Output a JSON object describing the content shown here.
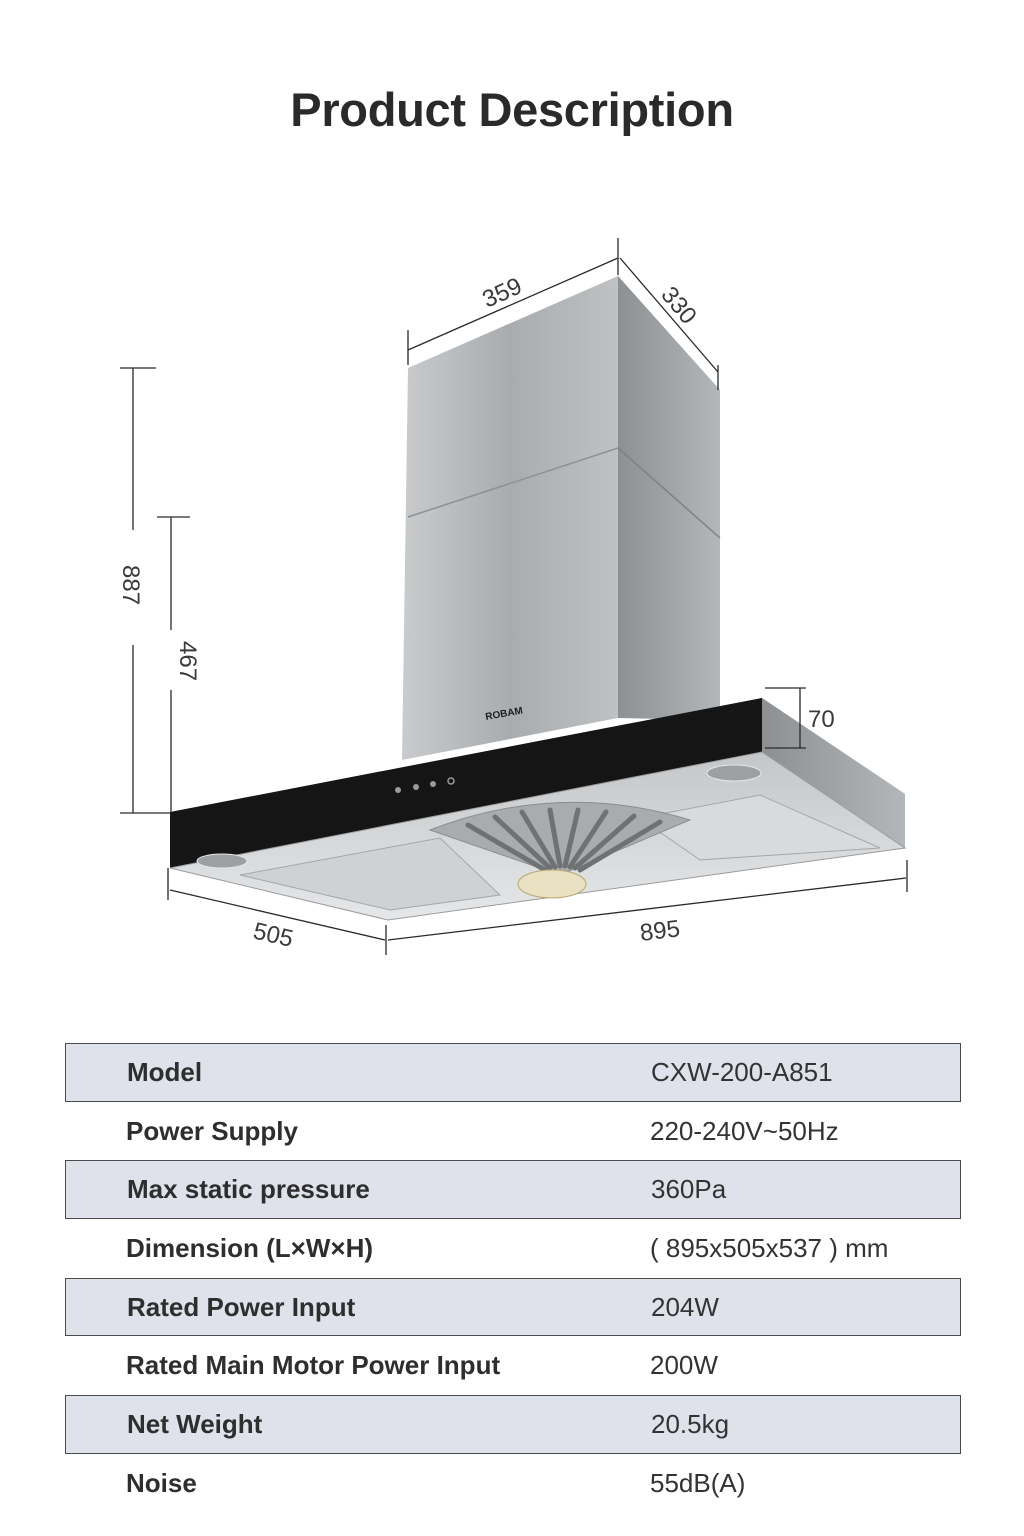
{
  "header": {
    "title": "Product Description"
  },
  "figure": {
    "brand_logo": "ROBAM",
    "dimensions": {
      "chimney_width": "359",
      "chimney_depth": "330",
      "total_height": "887",
      "chimney_height": "467",
      "hood_thickness": "70",
      "hood_depth": "505",
      "hood_width": "895"
    }
  },
  "specs": {
    "rows": [
      {
        "label": "Model",
        "value": "CXW-200-A851"
      },
      {
        "label": "Power Supply",
        "value": "220-240V~50Hz"
      },
      {
        "label": "Max static pressure",
        "value": "360Pa"
      },
      {
        "label": "Dimension (L×W×H)",
        "value": "( 895x505x537 ) mm"
      },
      {
        "label": "Rated Power Input",
        "value": "204W"
      },
      {
        "label": "Rated Main Motor Power Input",
        "value": "200W"
      },
      {
        "label": "Net Weight",
        "value": "20.5kg"
      },
      {
        "label": "Noise",
        "value": "55dB(A)"
      }
    ]
  }
}
